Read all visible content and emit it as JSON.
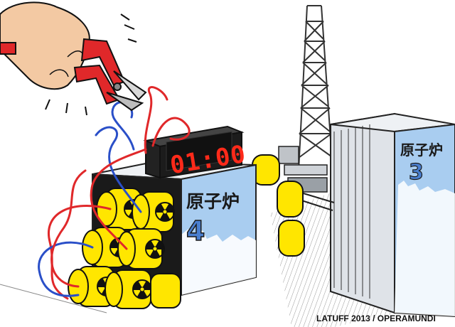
{
  "timer": {
    "display": "01:00"
  },
  "reactor_4": {
    "label": "原子炉",
    "number": "4"
  },
  "reactor_3": {
    "label": "原子炉",
    "number": "3"
  },
  "credit": "LATUFF 2013 / OPERAMUNDI",
  "colors": {
    "reactor_blue": "#a9cdf0",
    "barrel_yellow": "#ffe600",
    "timer_red": "#ff2a1a",
    "wire_red": "#e0282a",
    "wire_blue": "#2a4fc8",
    "skin": "#f3c9a3"
  },
  "icons": [
    "hand-icon",
    "wire-cutter-icon",
    "radiation-icon",
    "crane-tower-icon"
  ]
}
